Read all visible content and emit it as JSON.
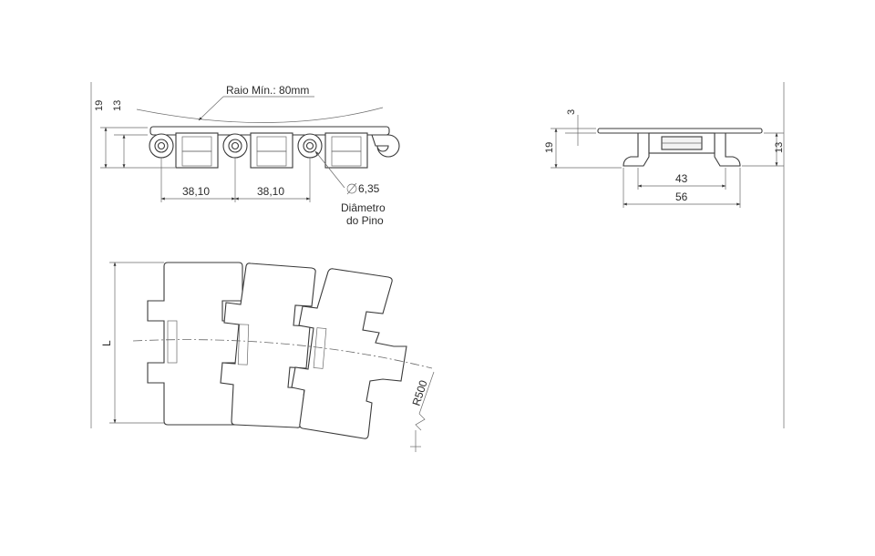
{
  "side_view": {
    "radius_label": "Raio Mín.: 80mm",
    "height_total": "19",
    "height_link": "13",
    "pitch_1": "38,10",
    "pitch_2": "38,10",
    "pin_diameter": "6,35",
    "pin_label_line1": "Diâmetro",
    "pin_label_line2": "do Pino"
  },
  "end_view": {
    "top_thickness": "3",
    "height_total": "19",
    "height_link": "13",
    "inner_width": "43",
    "outer_width": "56"
  },
  "top_view": {
    "width_label": "L",
    "curve_radius": "R500"
  }
}
